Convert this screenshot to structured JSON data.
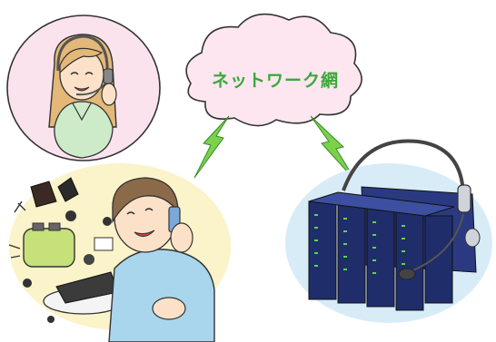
{
  "cloud": {
    "label": "ネットワーク網"
  },
  "colors": {
    "cloud_fill": "#fde6ef",
    "thought_fill": "#fbe3ee",
    "kitchen_fill": "#fbf3c9",
    "server_fill": "#d8ecf8",
    "lightning": "#7ad14a",
    "server_body": "#1f2d6b",
    "label_green": "#3aa83a"
  },
  "icons": [
    "operator-woman-headset",
    "man-on-phone",
    "broken-appliances",
    "server-rack-headset",
    "lightning-bolt"
  ]
}
